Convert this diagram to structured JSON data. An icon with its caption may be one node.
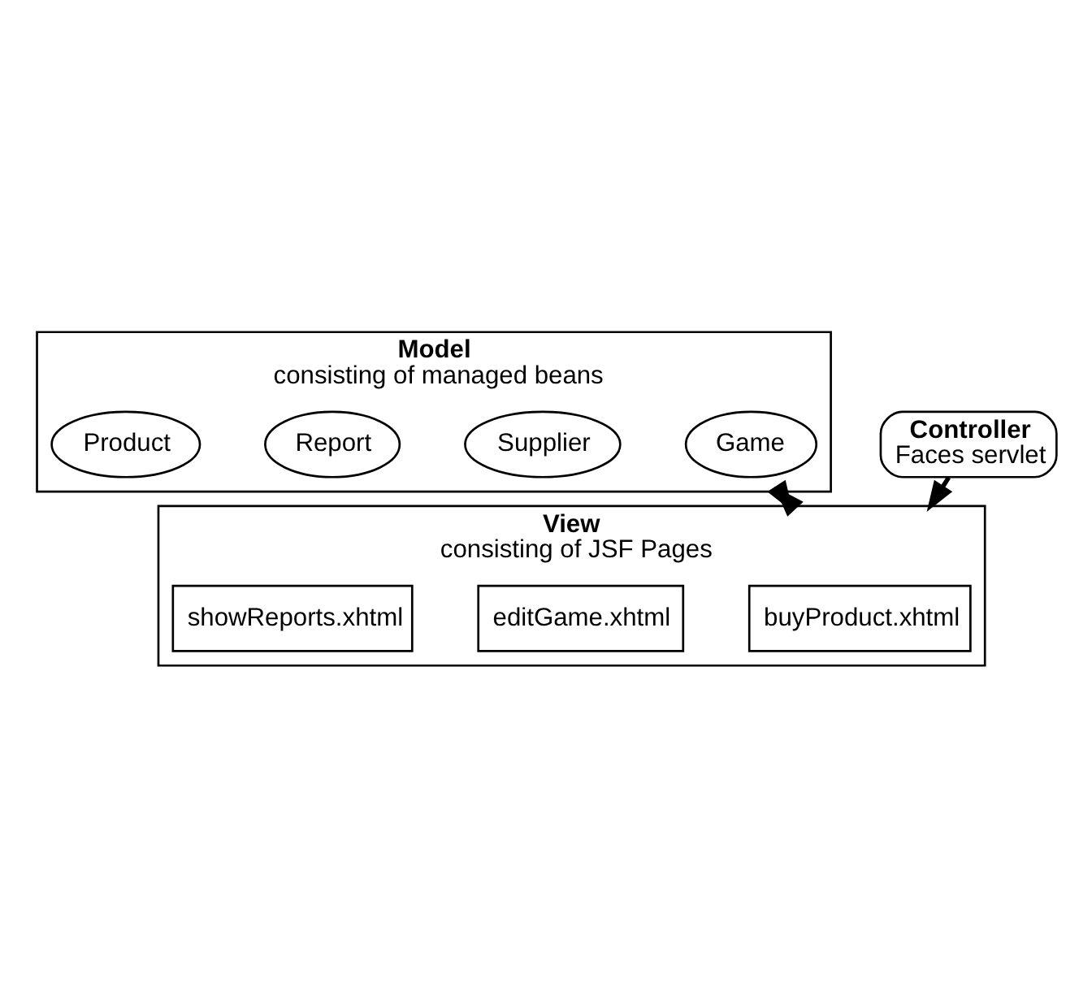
{
  "diagram": {
    "nodes": [
      {
        "text": [
          "Model",
          "consisting of managed beans"
        ]
      },
      {
        "text": [
          "Game"
        ],
        "in": 0
      },
      {
        "text": [
          "Supplier"
        ],
        "in": 0
      },
      {
        "text": [
          "Report"
        ],
        "in": 0
      },
      {
        "text": [
          "Product"
        ],
        "in": 0
      },
      {
        "text": [
          "Controller",
          "Faces servlet"
        ]
      },
      {
        "text": [
          "View",
          "consisting of JSF Pages"
        ]
      },
      {
        "text": [
          "buyProduct.xhtml"
        ],
        "in": 6
      },
      {
        "text": [
          "editGame.xhtml"
        ],
        "in": 6
      },
      {
        "text": [
          "showReports.xhtml"
        ],
        "in": 6
      }
    ],
    "edges": [
      {
        "from": 0,
        "to": 6,
        "arrow": "both"
      },
      {
        "from": 5,
        "to": 6,
        "arrow": "to"
      }
    ]
  }
}
